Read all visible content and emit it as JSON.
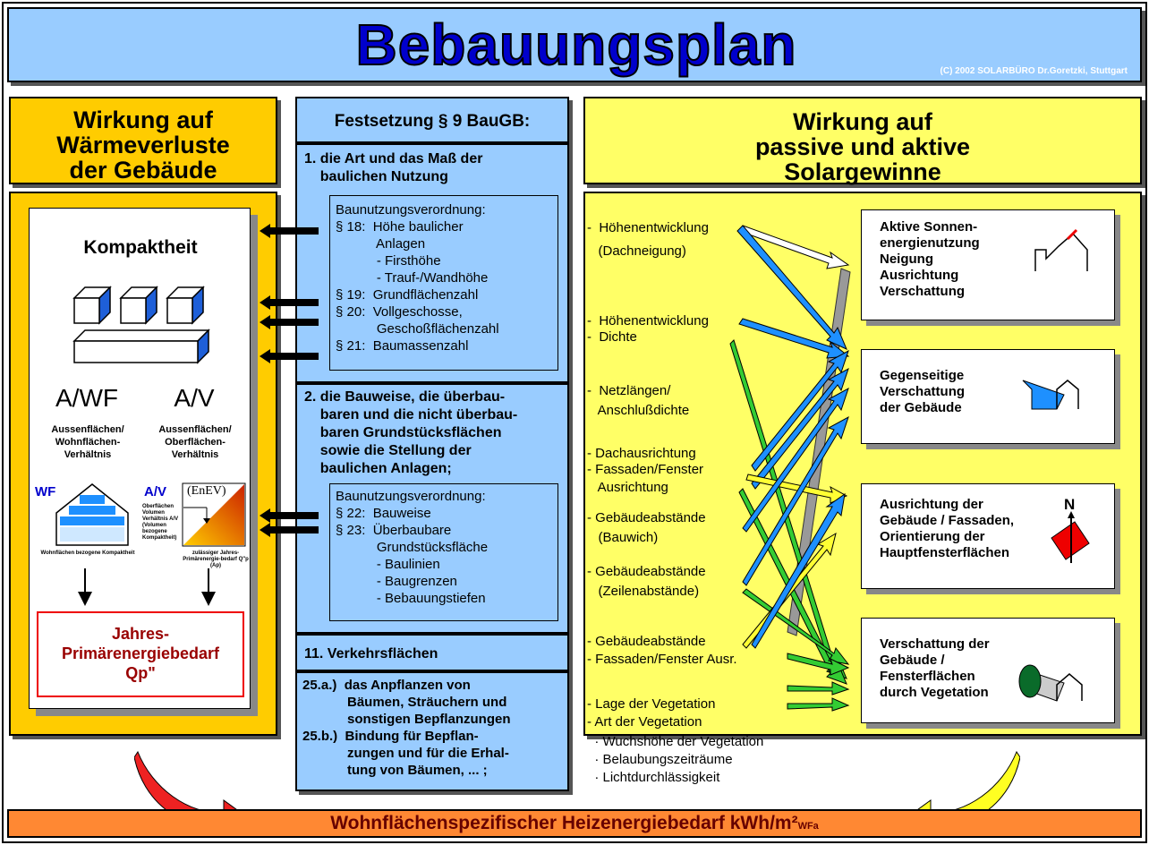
{
  "title": "Bebauungsplan",
  "copyright": "(C) 2002 SOLARBÜRO Dr.Goretzki, Stuttgart",
  "left": {
    "header": [
      "Wirkung auf",
      "Wärmeverluste",
      "der Gebäude"
    ],
    "kompaktheit": "Kompaktheit",
    "awf": "A/WF",
    "av": "A/V",
    "awf_desc": [
      "Aussenflächen/",
      "Wohnflächen-",
      "Verhältnis"
    ],
    "av_desc": [
      "Aussenflächen/",
      "Oberflächen-",
      "Verhältnis"
    ],
    "wf_icon": "WF",
    "av_icon": "A/V",
    "enev": "(EnEV)",
    "wf_small": "Wohnflächen bezogene Kompaktheit",
    "av_small": "Oberflächen Volumen Verhältnis A/V (Volumen bezogene Kompaktheit)",
    "av_small2": "zulässiger Jahres-Primärenergie-bedarf Q\"p (Ap)",
    "result": [
      "Jahres-",
      "Primärenergiebedarf",
      "Qp\""
    ]
  },
  "middle": {
    "header": "Festsetzung  § 9 BauGB:",
    "item1": [
      "1. die Art und das Maß der",
      "    baulichen Nutzung"
    ],
    "bvo1": [
      "Baunutzungsverordnung:",
      "§ 18:  Höhe baulicher",
      "           Anlagen",
      "           - Firsthöhe",
      "           - Trauf-/Wandhöhe",
      "§ 19:  Grundflächenzahl",
      "§ 20:  Vollgeschosse,",
      "           Geschoßflächenzahl",
      "§ 21:  Baumassenzahl"
    ],
    "item2": [
      "2. die Bauweise, die überbau-",
      "    baren und die nicht überbau-",
      "    baren Grundstücksflächen",
      "    sowie die Stellung der",
      "    baulichen Anlagen;"
    ],
    "bvo2": [
      "Baunutzungsverordnung:",
      "§ 22:  Bauweise",
      "§ 23:  Überbaubare",
      "           Grundstücksfläche",
      "           - Baulinien",
      "           - Baugrenzen",
      "           - Bebauungstiefen"
    ],
    "item11": "11. Verkehrsflächen",
    "item25": [
      "25.a.)  das Anpflanzen von",
      "            Bäumen, Sträuchern und",
      "            sonstigen Bepflanzungen",
      "25.b.)  Bindung für Bepflan-",
      "            zungen und für die Erhal-",
      "            tung von Bäumen, ... ;"
    ]
  },
  "right": {
    "header": [
      "Wirkung auf",
      "passive und aktive",
      "Solargewinne"
    ],
    "factors": [
      "-  Höhenentwicklung",
      "   (Dachneigung)",
      "-  Höhenentwicklung",
      "-  Dichte",
      "-  Netzlängen/",
      "   Anschlußdichte",
      "- Dachausrichtung",
      "- Fassaden/Fenster",
      "   Ausrichtung",
      "- Gebäudeabstände",
      "   (Bauwich)",
      "- Gebäudeabstände",
      "   (Zeilenabstände)",
      "- Gebäudeabstände",
      "- Fassaden/Fenster Ausr.",
      "- Lage der Vegetation",
      "- Art der Vegetation",
      "  · Wuchshöhe der Vegetation",
      "  · Belaubungszeiträume",
      "  · Lichtdurchlässigkeit"
    ],
    "boxes": [
      [
        "Aktive Sonnen-",
        "energienutzung",
        "Neigung",
        "Ausrichtung",
        "Verschattung"
      ],
      [
        "Gegenseitige",
        "Verschattung",
        "der Gebäude"
      ],
      [
        "Ausrichtung der",
        "Gebäude / Fassaden,",
        "Orientierung der",
        "Hauptfensterflächen"
      ],
      [
        "Verschattung der",
        "Gebäude /",
        "Fensterflächen",
        "durch Vegetation"
      ]
    ],
    "north": "N"
  },
  "bottom": "Wohnflächenspezifischer Heizenergiebedarf kWh/m²",
  "bottom_sub": "WFa",
  "colors": {
    "banner": "#99ccff",
    "title": "#0000cc",
    "left": "#ffcc00",
    "right": "#ffff66",
    "bottom": "#ff8833",
    "result": "#990000"
  }
}
